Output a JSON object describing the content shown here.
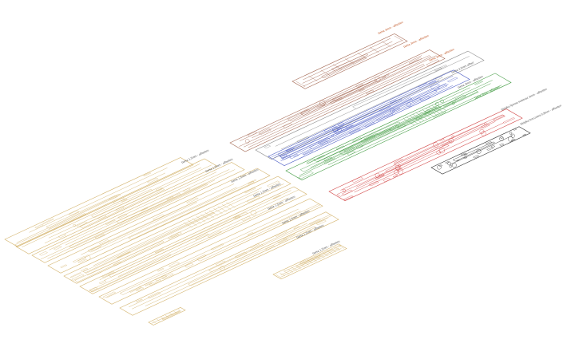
{
  "colors": {
    "background": "#ffffff",
    "tan": "#d4b46e",
    "brown": "#a56a55",
    "blue": "#4b5cc4",
    "green": "#3f9a3f",
    "red": "#d24545",
    "gray": "#8a8a8a",
    "black": "#333333",
    "label_tan": "#555555",
    "label_brown": "#c25a2a",
    "label_green": "#2f8f2f"
  },
  "labels": {
    "brown_1": "balsa 3mm - affseiten",
    "brown_2": "balsa 3mm - affseiten",
    "brown_3": "balsa 3mm - affseiten",
    "gray_1": "balsa 2,0mm affset",
    "gray_2": "balsa 3mm - affseiten",
    "green_1": "balsa 3mm - affseiten",
    "red_1": "Sklejka lipowa sobieraz 3mm - affseiten",
    "black_1": "Sklejka brzozowa 0,8mm - affseiten",
    "tan_1": "balsa 1,5mm - affseiten",
    "tan_2": "balsa 1,5mm - affseiten",
    "tan_3": "balsa 1,5mm - affseiten",
    "tan_4": "balsa 1,5mm - affseiten",
    "tan_5": "balsa 1,5mm - affseiten",
    "tan_6": "balsa 1,5mm - affseiten",
    "tan_7": "balsa 1,5mm - affseiten",
    "tan_8": "balsa 1,5mm - affseiten"
  }
}
